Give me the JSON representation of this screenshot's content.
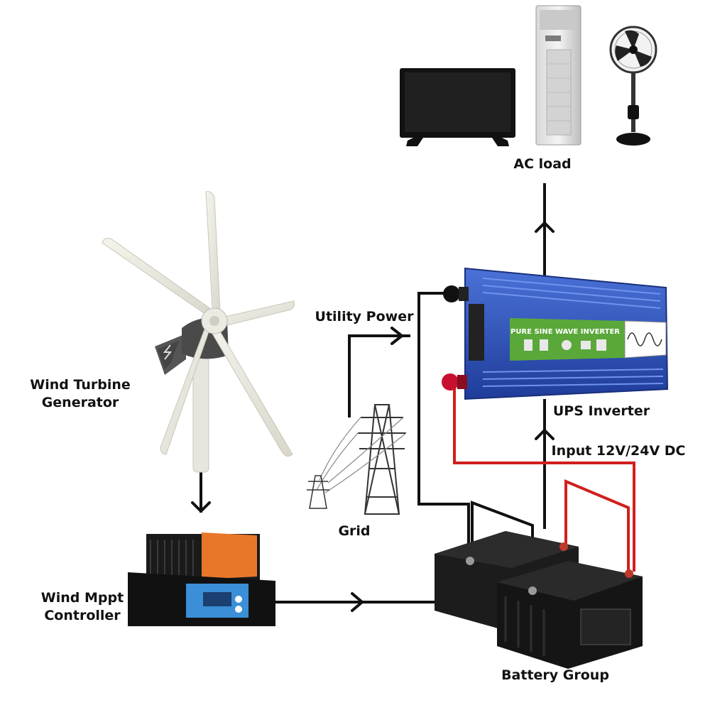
{
  "labels": {
    "ac_load": "AC load",
    "wind_turbine": [
      "Wind Turbine",
      "Generator"
    ],
    "utility_power": "Utility Power",
    "ups_inverter": "UPS Inverter",
    "input_dc": "Input 12V/24V DC",
    "grid": "Grid",
    "wind_mppt": [
      "Wind Mppt",
      "Controller"
    ],
    "battery_group": "Battery Group"
  },
  "devices": {
    "inverter_banner": "PURE SINE WAVE INVERTER"
  },
  "colors": {
    "wire_black": "#111111",
    "wire_red": "#d0201c",
    "inverter_blue": "#2b4fb8",
    "banner_green": "#5aa83a",
    "controller_orange": "#e8772a",
    "controller_display": "#3a8fd6",
    "battery_body": "#1a1a1a",
    "blade_white": "#ecebe2"
  },
  "icons": [
    "tv-icon",
    "air-conditioner-icon",
    "stand-fan-icon",
    "wind-turbine-icon",
    "transmission-tower-icon",
    "mppt-controller-icon",
    "inverter-icon",
    "battery-icon"
  ]
}
